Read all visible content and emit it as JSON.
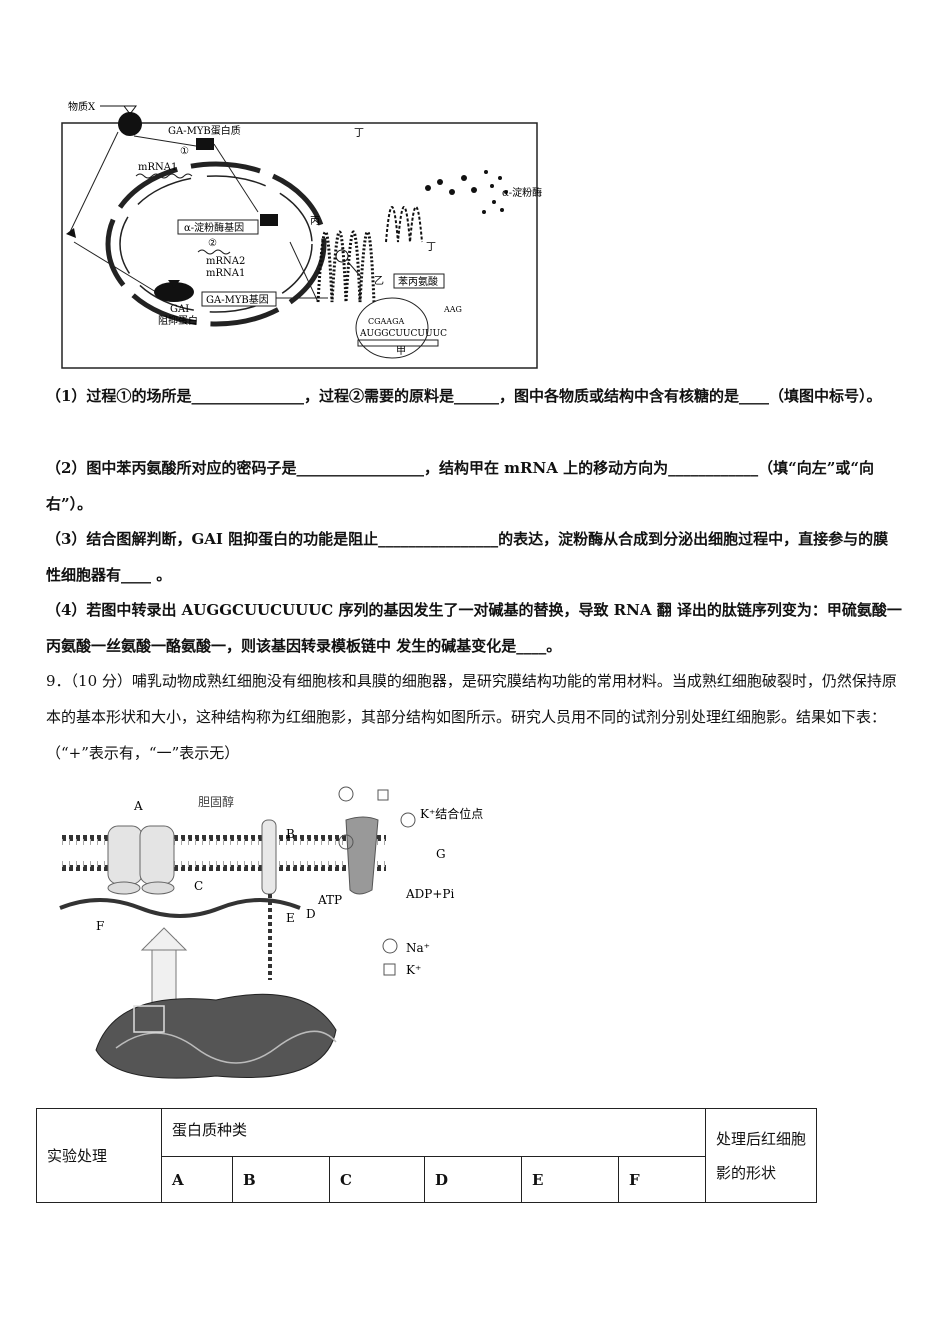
{
  "figure1": {
    "labels": {
      "substance_x": "物质X",
      "ga_myb_protein": "GA-MYB蛋白质",
      "step1": "①",
      "mrna1_top": "mRNA1",
      "amylase_gene": "α-淀粉酶基因",
      "step2": "②",
      "mrna2": "mRNA2",
      "mrna1_mid": "mRNA1",
      "ga_myb_gene": "GA-MYB基因",
      "gai": "GAI",
      "gai_repressor": "阻抑蛋白",
      "ding": "丁",
      "bing": "丙",
      "yi": "乙",
      "phenylalanine": "苯丙氨酸",
      "cgaaga": "CGAAGA",
      "aag": "AAG",
      "mrna_seq": "AUGGCUUCUUUC",
      "jia": "甲",
      "alpha_amylase": "α-淀粉酶"
    }
  },
  "questions": [
    "（1）过程①的场所是_______________，过程②需要的原料是______，图中各物质或结构中含有核糖的是____（填图中标号）。",
    "（2）图中苯丙氨酸所对应的密码子是_________________，结构甲在 mRNA 上的移动方向为____________（填“向左”或“向右”）。",
    "（3）结合图解判断，GAI 阻抑蛋白的功能是阻止________________的表达，淀粉酶从合成到分泌出细胞过程中，直接参与的膜性细胞器有____ 。",
    "（4）若图中转录出 AUGGCUUCUUUC 序列的基因发生了一对碱基的替换，导致 RNA 翻 译出的肽链序列变为：甲硫氨酸一丙氨酸一丝氨酸一酪氨酸一，则该基因转录模板链中 发生的碱基变化是____。"
  ],
  "q9": "9．（10 分）哺乳动物成熟红细胞没有细胞核和具膜的细胞器，是研究膜结构功能的常用材料。当成熟红细胞破裂时，仍然保持原本的基本形状和大小，这种结构称为红细胞影，其部分结构如图所示。研究人员用不同的试剂分别处理红细胞影。结果如下表：（“+”表示有，“一”表示无）",
  "figure2": {
    "labels": {
      "A": "A",
      "cholesterol": "胆固醇",
      "B": "B",
      "k_site": "K⁺结合位点",
      "G": "G",
      "C": "C",
      "atp": "ATP",
      "adp": "ADP+Pi",
      "D": "D",
      "E": "E",
      "F": "F",
      "na": "Na⁺",
      "k": "K⁺"
    }
  },
  "table": {
    "col_treatment": "实验处理",
    "col_protein": "蛋白质种类",
    "col_shape": "处理后红细胞影的形状",
    "proteins": [
      "A",
      "B",
      "C",
      "D",
      "E",
      "F"
    ]
  }
}
